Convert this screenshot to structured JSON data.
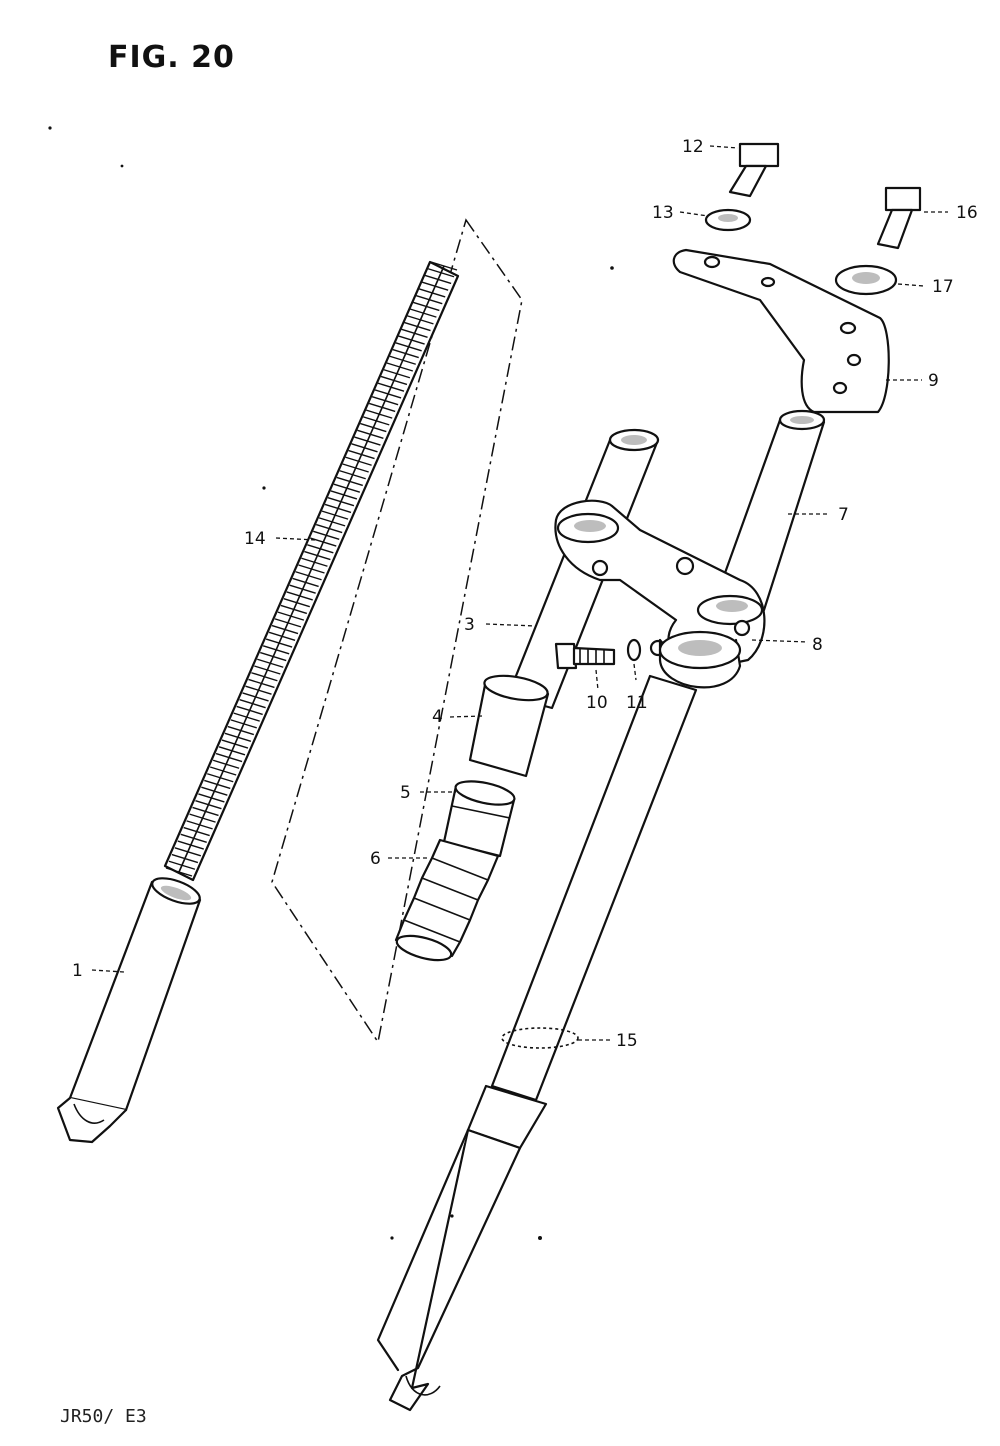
{
  "figure": {
    "title": "FIG. 20",
    "model_code": "JR50/ E3"
  },
  "parts": [
    {
      "callout": "1"
    },
    {
      "callout": "3"
    },
    {
      "callout": "4"
    },
    {
      "callout": "5"
    },
    {
      "callout": "6"
    },
    {
      "callout": "7"
    },
    {
      "callout": "8"
    },
    {
      "callout": "9"
    },
    {
      "callout": "10"
    },
    {
      "callout": "11"
    },
    {
      "callout": "12"
    },
    {
      "callout": "13"
    },
    {
      "callout": "14"
    },
    {
      "callout": "15"
    },
    {
      "callout": "16"
    },
    {
      "callout": "17"
    }
  ]
}
